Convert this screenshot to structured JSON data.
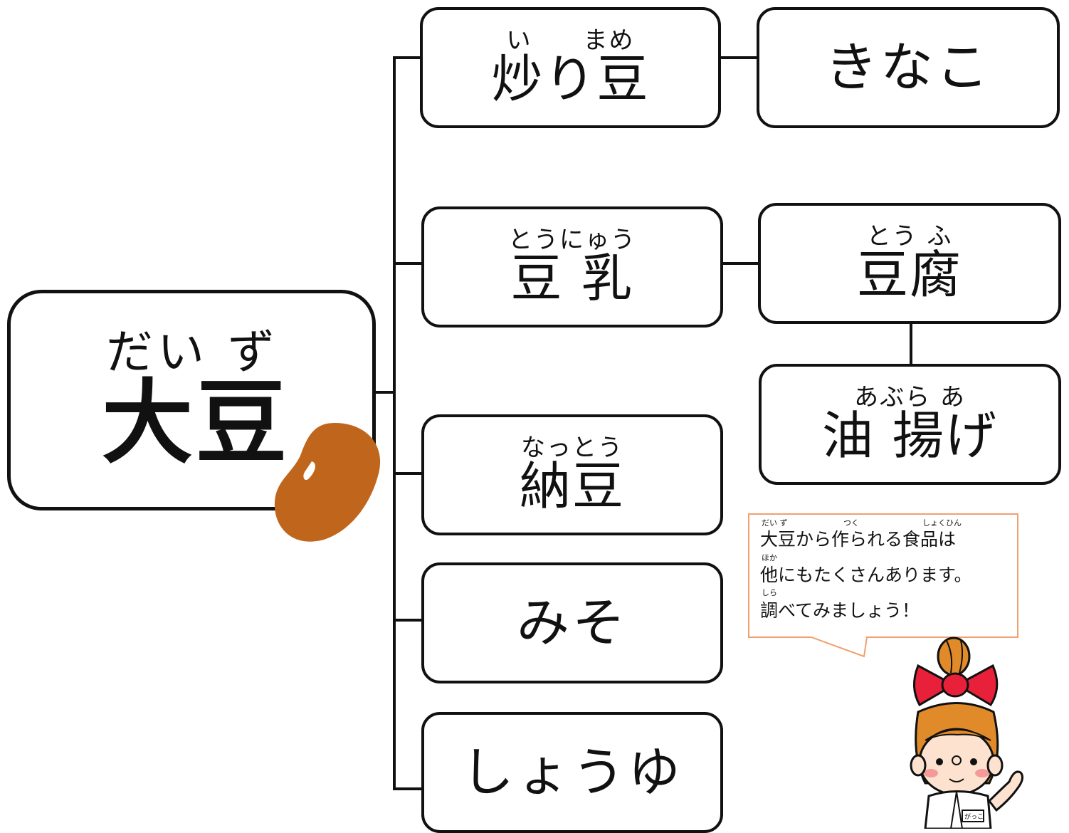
{
  "main": {
    "ruby": "だい ず",
    "word": "大豆"
  },
  "nodes": {
    "iri_mame": {
      "ruby": "い　　まめ",
      "word": "炒り豆"
    },
    "kinako": {
      "word": "きなこ"
    },
    "tonyu": {
      "ruby": "とうにゅう",
      "word": "豆 乳"
    },
    "tofu": {
      "ruby": "とう ふ",
      "word": "豆腐"
    },
    "aburaage": {
      "ruby": "あぶら あ",
      "word": "油 揚げ"
    },
    "natto": {
      "ruby": "なっとう",
      "word": "納豆"
    },
    "miso": {
      "word": "みそ"
    },
    "shoyu": {
      "word": "しょうゆ"
    }
  },
  "bubble": {
    "line1": "大豆から作られる食品は",
    "line2": "他にもたくさんあります。",
    "line3": "調べてみましょう！",
    "ruby_daizu": "だい ず",
    "ruby_tsuku": "つく",
    "ruby_shokuhin": "しょくひん",
    "ruby_hoka": "ほか",
    "ruby_shira": "しら",
    "border_color": "#f0a070"
  },
  "mascot": {
    "badge": "がっこ"
  },
  "colors": {
    "bean": "#c0651c",
    "bow": "#e8203a",
    "hair": "#e08a2a"
  }
}
